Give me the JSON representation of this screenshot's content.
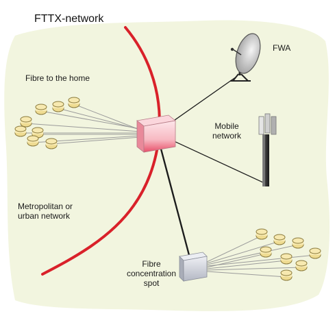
{
  "diagram": {
    "title": "FTTX-network",
    "labels": {
      "fwa": "FWA",
      "fibre_home": "Fibre to the home",
      "mobile": "Mobile network",
      "metro": "Metropolitan or urban network",
      "fcs": "Fibre concentration spot"
    },
    "colors": {
      "background_blob": "#f2f5df",
      "boundary_line": "#d9212a",
      "hub_box": "#f7b9c2",
      "concentration_box": "#c9ccd6",
      "home_node": "#efdc92",
      "link_dark": "#1c1c1c",
      "fibre_thin": "#9a9a9a"
    },
    "icons": [
      "dish-antenna-icon",
      "cell-tower-icon",
      "house-node-icon"
    ]
  }
}
